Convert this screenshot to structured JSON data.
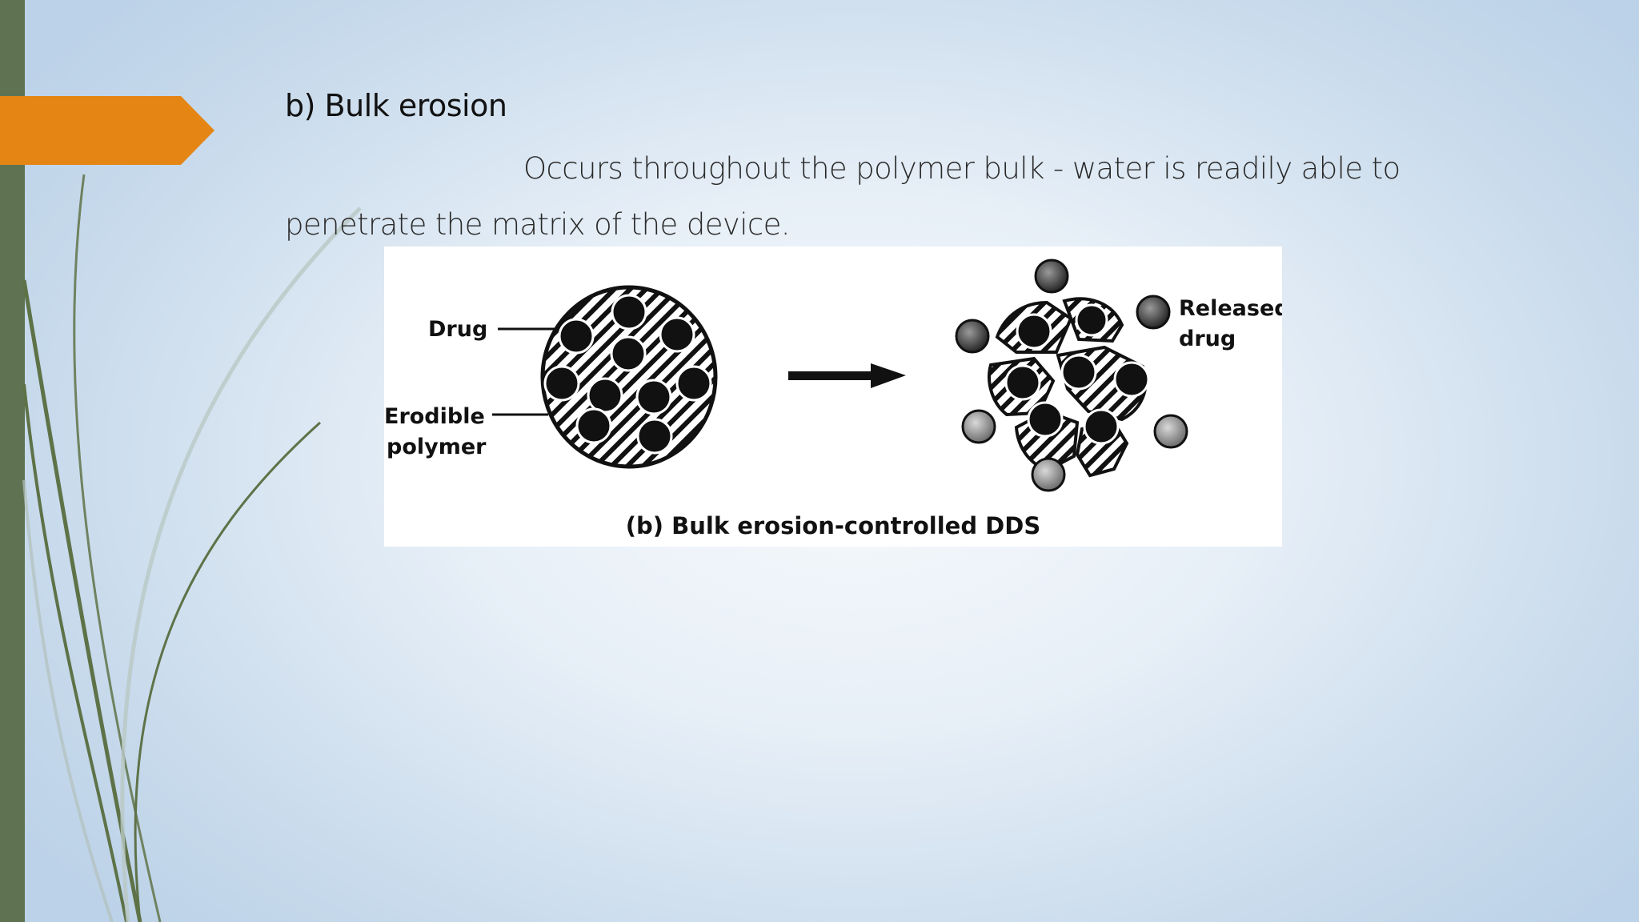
{
  "slide": {
    "heading": "b) Bulk erosion",
    "paragraph": "Occurs throughout the polymer bulk - water is readily able to penetrate the matrix of the device."
  },
  "figure": {
    "label_drug": "Drug",
    "label_erodible_line1": "Erodible",
    "label_erodible_line2": "polymer",
    "label_released_line1": "Released",
    "label_released_line2": "drug",
    "caption": "(b) Bulk erosion-controlled DDS"
  },
  "colors": {
    "accent_orange": "#e58514",
    "side_bar_green": "#5f7352",
    "curve_green": "#5e7248"
  }
}
